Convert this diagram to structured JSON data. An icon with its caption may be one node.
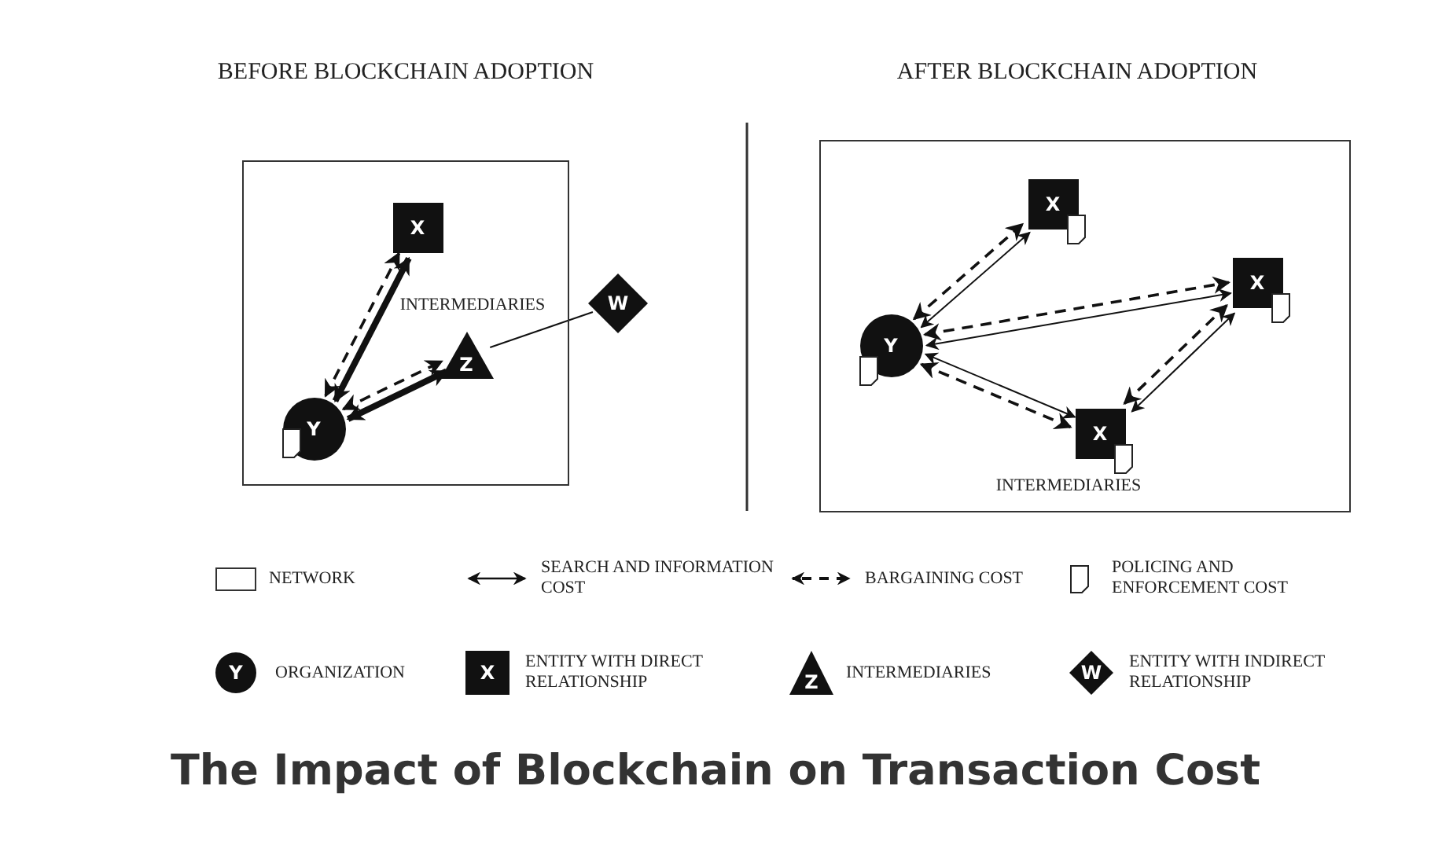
{
  "diagram": {
    "title": "The Impact of Blockchain on Transaction Cost",
    "nodes": [
      {
        "text": [],
        "shape": "box"
      },
      {
        "text": [
          "X"
        ],
        "in": 0
      },
      {
        "text": [
          "Z"
        ],
        "in": 0,
        "beside": [
          "INTERMEDIARIES"
        ]
      },
      {
        "text": [
          "Y"
        ],
        "in": 0
      },
      {
        "text": [
          "W"
        ]
      },
      {
        "text": [],
        "shape": "box"
      },
      {
        "text": [
          "X"
        ],
        "in": 5
      },
      {
        "text": [
          "X"
        ],
        "in": 5
      },
      {
        "text": [
          "Y"
        ],
        "in": 5
      },
      {
        "text": [
          "X"
        ],
        "in": 5,
        "beside": [
          "INTERMEDIARIES"
        ]
      }
    ],
    "edges": [
      {
        "from": 3,
        "to": 1,
        "arrow": "both",
        "style": "thick"
      },
      {
        "from": 3,
        "to": 1,
        "arrow": "both",
        "style": "dashed"
      },
      {
        "from": 3,
        "to": 2,
        "arrow": "both",
        "style": "thick"
      },
      {
        "from": 3,
        "to": 2,
        "arrow": "both",
        "style": "dashed"
      },
      {
        "from": 2,
        "to": 4,
        "arrow": "none"
      },
      {
        "from": 8,
        "to": 6,
        "arrow": "both"
      },
      {
        "from": 8,
        "to": 6,
        "arrow": "both",
        "style": "dashed"
      },
      {
        "from": 8,
        "to": 7,
        "arrow": "both"
      },
      {
        "from": 8,
        "to": 7,
        "arrow": "both",
        "style": "dashed"
      },
      {
        "from": 8,
        "to": 9,
        "arrow": "both"
      },
      {
        "from": 8,
        "to": 9,
        "arrow": "both",
        "style": "dashed"
      },
      {
        "from": 9,
        "to": 7,
        "arrow": "both"
      },
      {
        "from": 9,
        "to": 7,
        "arrow": "both",
        "style": "dashed"
      }
    ],
    "labels": [
      "BEFORE BLOCKCHAIN ADOPTION",
      "AFTER BLOCKCHAIN ADOPTION",
      "Y",
      "X",
      "Z",
      "W"
    ],
    "legend": [
      {
        "text": "NETWORK"
      },
      {
        "text": "SEARCH AND INFORMATION COST"
      },
      {
        "text": "BARGAINING COST"
      },
      {
        "text": "POLICING AND ENFORCEMENT COST"
      },
      {
        "text": "ORGANIZATION"
      },
      {
        "text": "ENTITY WITH DIRECT RELATIONSHIP"
      },
      {
        "text": "INTERMEDIARIES"
      },
      {
        "text": "ENTITY WITH INDIRECT RELATIONSHIP"
      }
    ]
  }
}
